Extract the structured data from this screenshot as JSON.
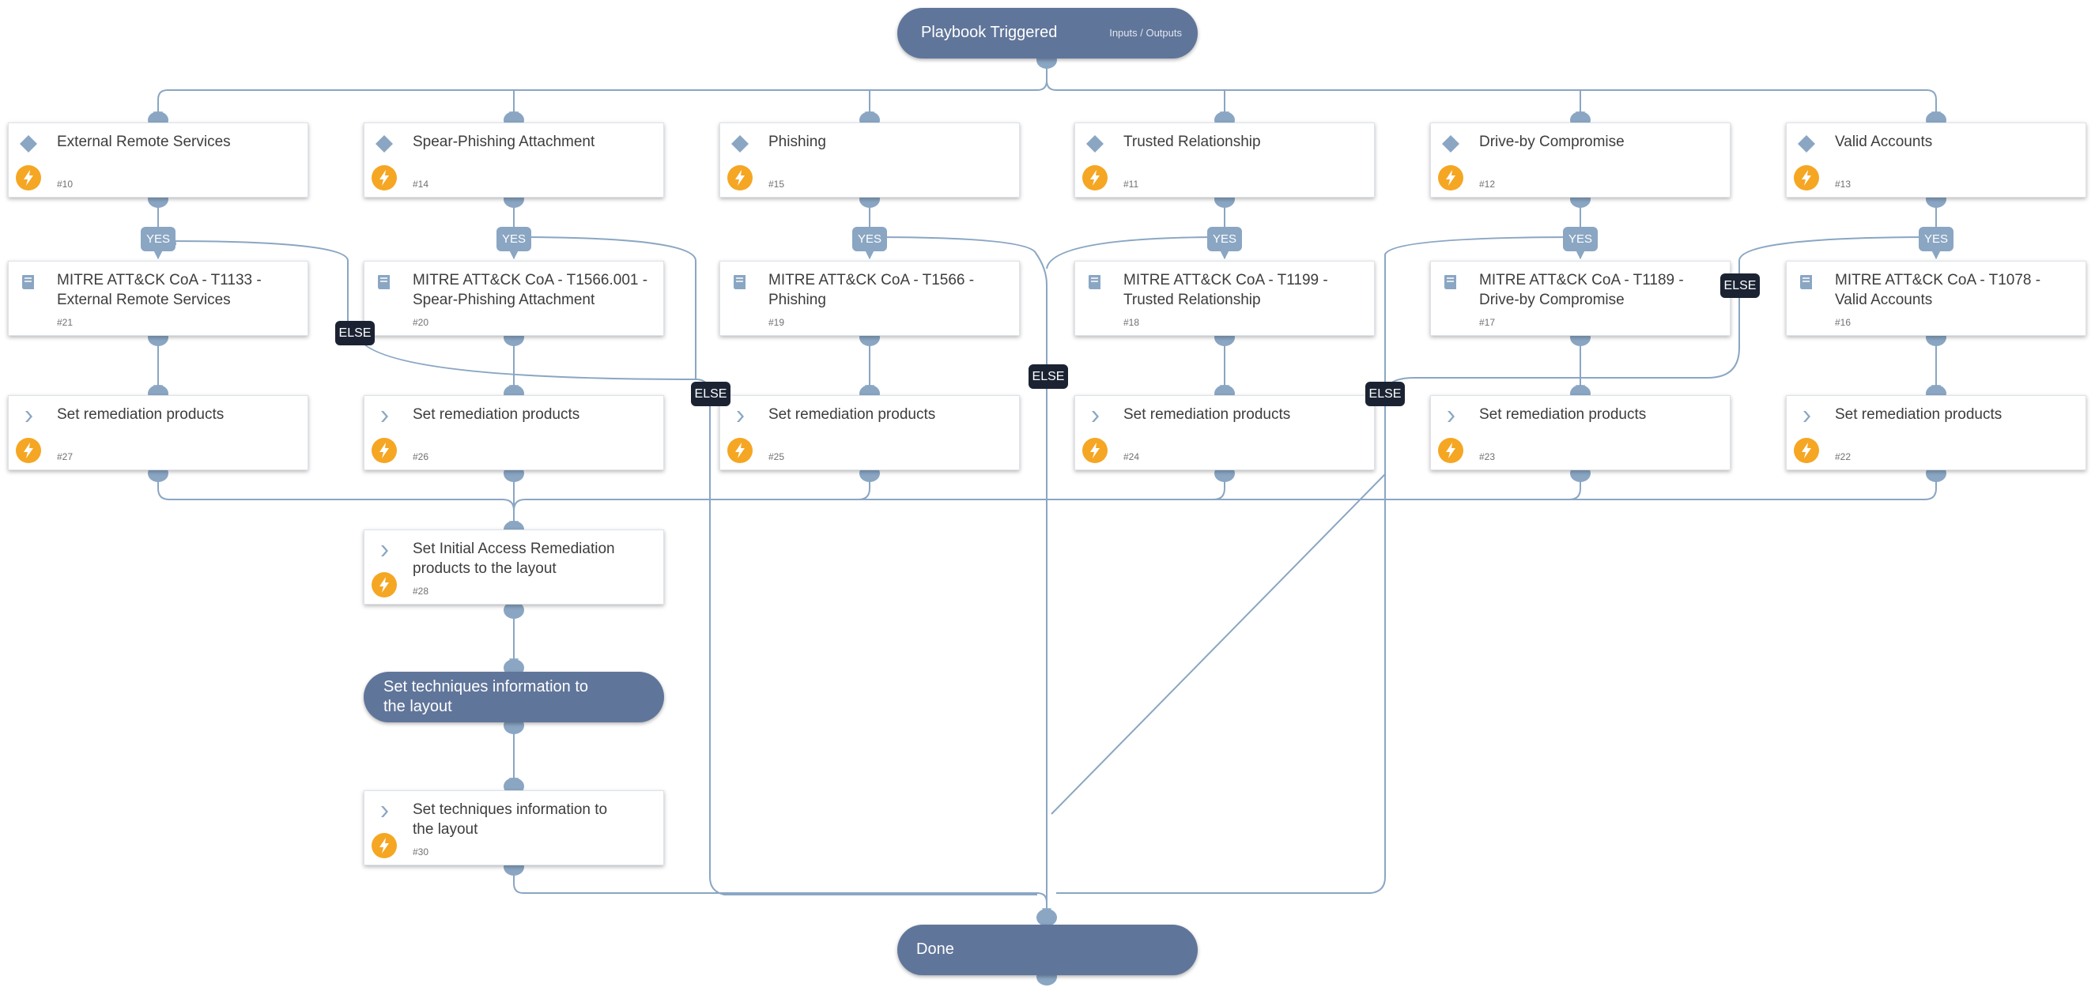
{
  "start_node": {
    "label": "Playbook Triggered",
    "io_link": "Inputs / Outputs"
  },
  "end_node": {
    "label": "Done"
  },
  "section_node": {
    "label": "Set techniques information to the layout"
  },
  "condition_label_yes": "YES",
  "condition_label_else": "ELSE",
  "conditions": [
    {
      "title": "External Remote Services",
      "number": "#10"
    },
    {
      "title": "Spear-Phishing Attachment",
      "number": "#14"
    },
    {
      "title": "Phishing",
      "number": "#15"
    },
    {
      "title": "Trusted Relationship",
      "number": "#11"
    },
    {
      "title": "Drive-by Compromise",
      "number": "#12"
    },
    {
      "title": "Valid Accounts",
      "number": "#13"
    }
  ],
  "subplaybooks": [
    {
      "title": "MITRE ATT&CK CoA - T1133 - External Remote Services",
      "number": "#21"
    },
    {
      "title": "MITRE ATT&CK CoA - T1566.001 - Spear-Phishing Attachment",
      "number": "#20"
    },
    {
      "title": "MITRE ATT&CK CoA - T1566 - Phishing",
      "number": "#19"
    },
    {
      "title": "MITRE ATT&CK CoA - T1199 - Trusted Relationship",
      "number": "#18"
    },
    {
      "title": "MITRE ATT&CK CoA - T1189 - Drive-by Compromise",
      "number": "#17"
    },
    {
      "title": "MITRE ATT&CK CoA - T1078 - Valid Accounts",
      "number": "#16"
    }
  ],
  "remediation_tasks": [
    {
      "title": "Set remediation products",
      "number": "#27"
    },
    {
      "title": "Set remediation products",
      "number": "#26"
    },
    {
      "title": "Set remediation products",
      "number": "#25"
    },
    {
      "title": "Set remediation products",
      "number": "#24"
    },
    {
      "title": "Set remediation products",
      "number": "#23"
    },
    {
      "title": "Set remediation products",
      "number": "#22"
    }
  ],
  "summary_task": {
    "title": "Set Initial Access Remediation products to the layout",
    "number": "#28"
  },
  "final_task": {
    "title": "Set techniques information to the layout",
    "number": "#30"
  },
  "colors": {
    "wire": "#8aa6c3",
    "node_header": "#60759a",
    "else_tag": "#1b2333",
    "bolt": "#f5a623"
  },
  "icons": {
    "condition": "diamond-icon",
    "subplaybook": "book-icon",
    "task": "chevron-right-icon",
    "automation": "lightning-bolt-icon"
  }
}
